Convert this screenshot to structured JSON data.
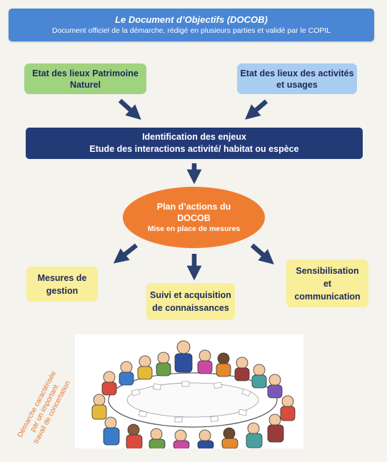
{
  "header": {
    "title": "Le Document d’Objectifs (DOCOB)",
    "subtitle": "Document officiel de la démarche, rédigé en plusieurs parties et validé par le COPIL"
  },
  "boxes": {
    "patrimoine": [
      "Etat des lieux Patrimoine",
      "Naturel"
    ],
    "activites": [
      "Etat des lieux des activités",
      "et usages"
    ],
    "enjeux": [
      "Identification des enjeux",
      "Etude des interactions activité/ habitat ou espèce"
    ],
    "plan": [
      "Plan d’actions du",
      "DOCOB",
      "Mise en place de mesures"
    ],
    "gestion": [
      "Mesures de",
      "gestion"
    ],
    "suivi": [
      "Suivi et acquisition",
      "de connaissances"
    ],
    "sensibilisation": [
      "Sensibilisation",
      "et",
      "communication"
    ]
  },
  "side_note": [
    "Démarche caractérisée",
    "par un important",
    "travail de concertation"
  ],
  "colors": {
    "header": "#4a86d4",
    "green": "#9fd37f",
    "light_blue": "#a9cdf0",
    "dark_blue": "#223a76",
    "orange": "#ef7d31",
    "yellow": "#f9ee9a",
    "arrow": "#2b4170",
    "side_text": "#e07a35"
  },
  "illustration": "meeting-around-table-cartoon"
}
